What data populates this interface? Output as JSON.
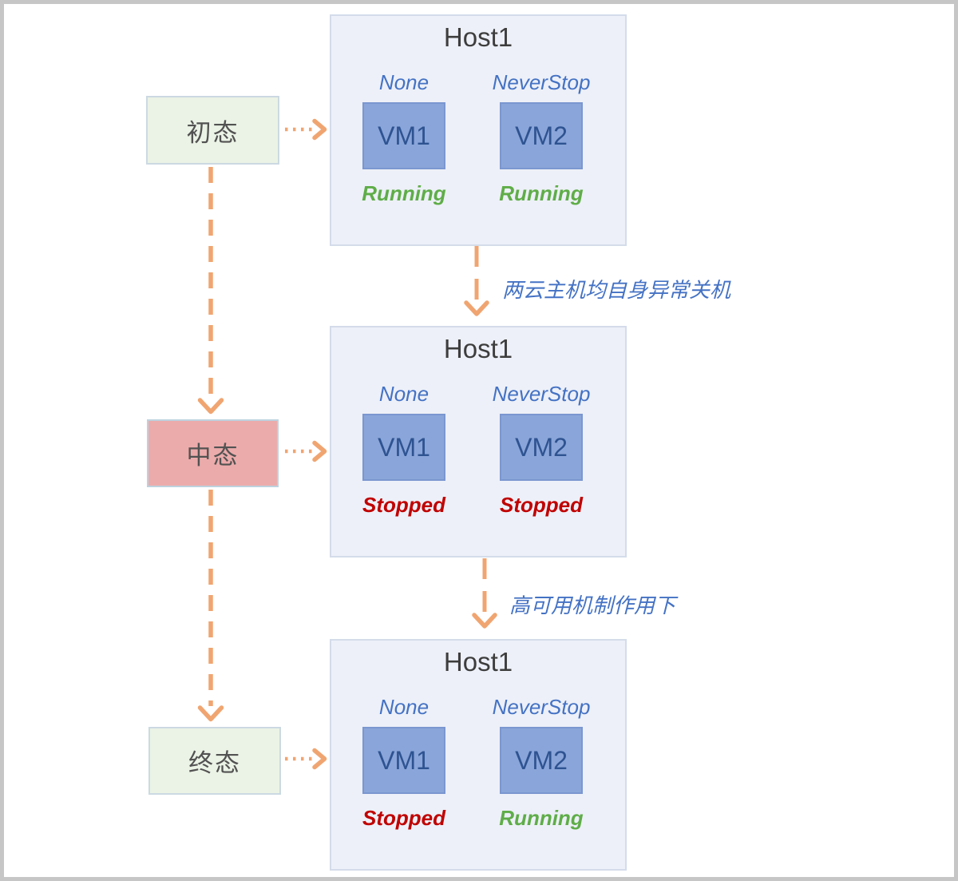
{
  "diagram": {
    "states": [
      {
        "id": "initial",
        "label": "初态"
      },
      {
        "id": "middle",
        "label": "中态"
      },
      {
        "id": "final",
        "label": "终态"
      }
    ],
    "hosts": [
      {
        "title": "Host1",
        "vms": [
          {
            "policy": "None",
            "name": "VM1",
            "status": "Running"
          },
          {
            "policy": "NeverStop",
            "name": "VM2",
            "status": "Running"
          }
        ]
      },
      {
        "title": "Host1",
        "vms": [
          {
            "policy": "None",
            "name": "VM1",
            "status": "Stopped"
          },
          {
            "policy": "NeverStop",
            "name": "VM2",
            "status": "Stopped"
          }
        ]
      },
      {
        "title": "Host1",
        "vms": [
          {
            "policy": "None",
            "name": "VM1",
            "status": "Stopped"
          },
          {
            "policy": "NeverStop",
            "name": "VM2",
            "status": "Running"
          }
        ]
      }
    ],
    "transitions": [
      {
        "label": "两云主机均自身异常关机"
      },
      {
        "label": "高可用机制作用下"
      }
    ],
    "colors": {
      "arrow_orange": "#f0a571",
      "policy_blue": "#4472c4",
      "running_green": "#5fad48",
      "stopped_red": "#c00000",
      "vm_fill": "#8aa5d9",
      "vm_text": "#2e5391",
      "host_fill": "#edf0f8",
      "state_green_fill": "#ebf3e6",
      "state_pink_fill": "#ecabab",
      "frame_border": "#c6c6c6"
    }
  }
}
